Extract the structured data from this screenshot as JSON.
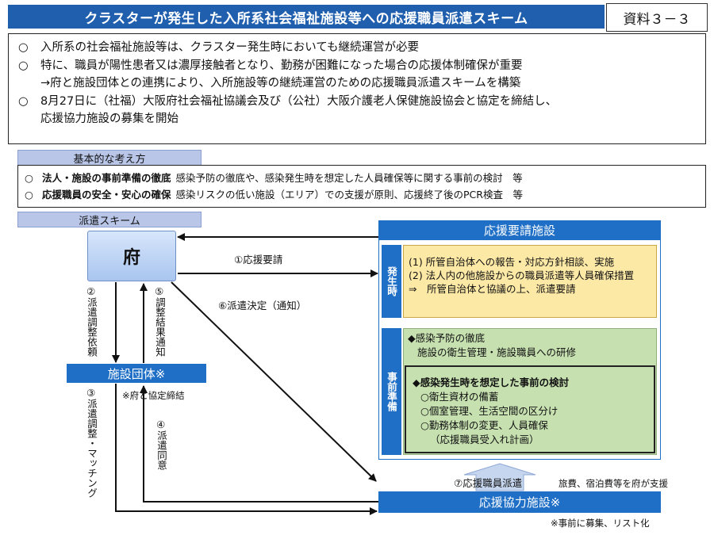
{
  "header": {
    "title": "クラスターが発生した入所系社会福祉施設等への応援職員派遣スキーム",
    "doc_label": "資料３－３"
  },
  "summary": {
    "marker": "○",
    "lines": [
      "入所系の社会福祉施設等は、クラスター発生時においても継続運営が必要",
      "特に、職員が陽性患者又は濃厚接触者となり、勤務が困難になった場合の応援体制確保が重要",
      "→府と施設団体との連携により、入所施設等の継続運営のための応援職員派遣スキームを構築",
      "8月27日に（社福）大阪府社会福祉協議会及び（公社）大阪介護老人保健施設協会と協定を締結し、",
      "応援協力施設の募集を開始"
    ]
  },
  "basic": {
    "tab_label": "基本的な考え方",
    "items": [
      {
        "marker": "○",
        "bold": "法人・施設の事前準備の徹底",
        "text": "感染予防の徹底や、感染発生時を想定した人員確保等に関する事前の検討　等"
      },
      {
        "marker": "○",
        "bold": "応援職員の安全・安心の確保",
        "text": "感染リスクの低い施設（エリア）での支援が原則、応援終了後のPCR検査　等"
      }
    ]
  },
  "scheme": {
    "tab_label": "派遣スキーム",
    "fu_label": "府",
    "dantai_label": "施設団体※",
    "dantai_note": "※府と協定締結",
    "ouen_kyouryoku_label": "応援協力施設※",
    "ouen_kyouryoku_note": "※事前に募集、リスト化",
    "support_note": "旅費、宿泊費等を府が支援",
    "flows": {
      "f1": "①応援要請",
      "f2_num": "②",
      "f2_text": "派遣調整依頼",
      "f3_num": "③",
      "f3_text": "派遣調整・マッチング",
      "f4_num": "④",
      "f4_text": "派遣同意",
      "f5_num": "⑤",
      "f5_text": "調整結果通知",
      "f6": "⑥派遣決定（通知）",
      "f7": "⑦応援職員派遣"
    },
    "request_facility": {
      "title": "応援要請施設",
      "hassei_label": "発生時",
      "hassei_lines": [
        "(1) 所管自治体への報告・対応方針相談、実施",
        "(2) 法人内の他施設からの職員派遣等人員確保措置",
        "⇒　所管自治体と協議の上、派遣要請"
      ],
      "jizen_label": "事前準備",
      "prep_lines": [
        "◆感染予防の徹底",
        "施設の衛生管理・施設職員への研修"
      ],
      "inner_lines": [
        "◆感染発生時を想定した事前の検討",
        "○衛生資材の備蓄",
        "○個室管理、生活空間の区分け",
        "○勤務体制の変更、人員確保",
        "（応援職員受入れ計画）"
      ]
    }
  },
  "colors": {
    "primary_blue": "#1f5fae",
    "bar_blue": "#1f6fc6",
    "tab_blue": "#b9c6e8",
    "yellow": "#fde9a6",
    "green": "#c6e0b0"
  }
}
